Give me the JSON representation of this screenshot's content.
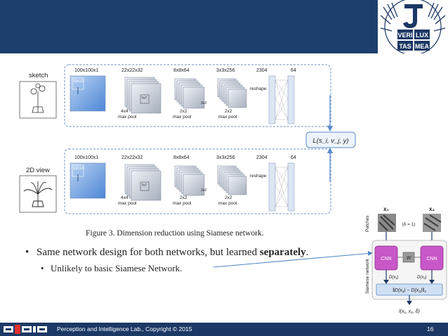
{
  "footer": {
    "lab_text": "Perception and Intelligence Lab., Copyright © 2015",
    "page_number": "16"
  },
  "logo": {
    "line1_left": "VERI",
    "line1_right": "LUX",
    "line2_left": "TAS",
    "line2_right": "MEA"
  },
  "figure": {
    "caption": "Figure 3. Dimension reduction using Siamese network.",
    "top_branch": {
      "input_label": "sketch",
      "dims": [
        "100x100x1",
        "22x22x32",
        "8x8x64",
        "3x3x256",
        "2304",
        "64"
      ],
      "filters": [
        "13x13",
        "7x7",
        "3x3"
      ],
      "pools": [
        "4x4",
        "max pool",
        "2x2",
        "max pool",
        "2x2",
        "max pool"
      ],
      "reshape": "reshape"
    },
    "bottom_branch": {
      "input_label": "2D view",
      "dims": [
        "100x100x1",
        "22x22x32",
        "8x8x64",
        "3x3x256",
        "2304",
        "64"
      ],
      "filters": [
        "13x13",
        "7x7",
        "3x3"
      ],
      "pools": [
        "4x4",
        "max pool",
        "2x2",
        "max pool",
        "2x2",
        "max pool"
      ],
      "reshape": "reshape"
    },
    "loss_label": "L(s_i, v_j, y)"
  },
  "bullets": {
    "b1_prefix": "Same network design for both networks, but learned ",
    "b1_bold": "separately",
    "b1_suffix": ".",
    "b2": "Unlikely to basic Siamese Network."
  },
  "siamese": {
    "x1": "x₁",
    "x2": "x₂",
    "patches": "Patches",
    "siamese_network": "Siamese network",
    "delta": "(δ = 1)",
    "cnn_left": "CNN",
    "cnn_right": "CNN",
    "w": "W",
    "d1": "D(x₁)",
    "d2": "D(x₂)",
    "norm": "‖D(x₁) − D(x₂)‖₂",
    "loss": "l(x₁, x₂, δ)"
  }
}
